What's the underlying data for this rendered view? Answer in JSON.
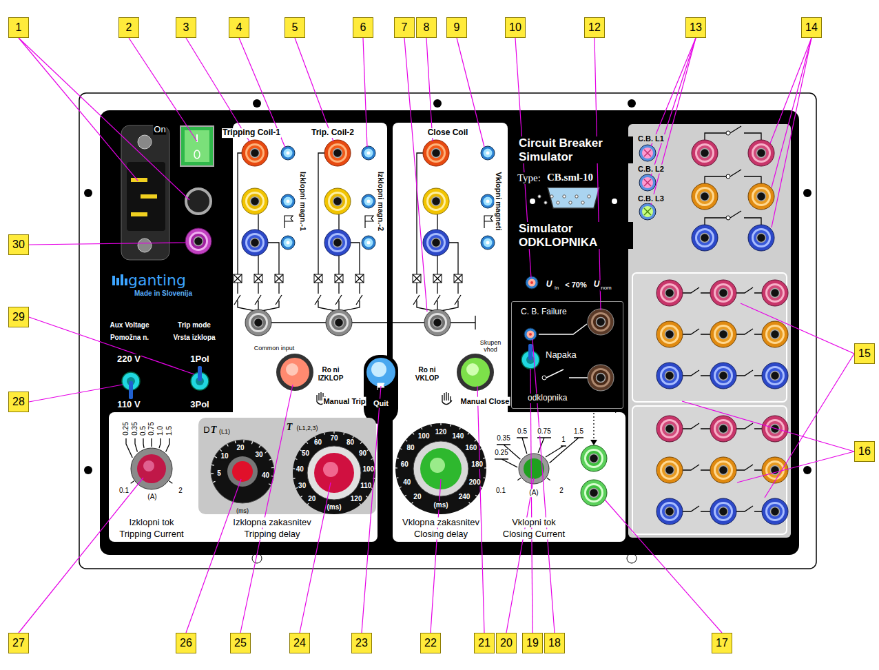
{
  "diagram": {
    "nodes": [
      {
        "text": [
          "C. B. Failure",
          "Napaka",
          "odklopnika"
        ]
      },
      {
        "text": [
          "Quit"
        ]
      },
      {
        "text": [
          "Izklopna zakasnitev",
          "Tripping delay"
        ]
      }
    ],
    "labels": [
      "1",
      "2",
      "3",
      "4",
      "5",
      "6",
      "7",
      "8",
      "9",
      "10",
      "12",
      "13",
      "14",
      "30",
      "29",
      "28",
      "15",
      "16",
      "27",
      "26",
      "25",
      "24",
      "23",
      "22",
      "21",
      "20",
      "19",
      "18",
      "17",
      "On",
      "ganting",
      "Made in Slovenija",
      "Aux Voltage",
      "Pomožna n.",
      "Trip mode",
      "Vrsta izklopa",
      "220 V",
      "110 V",
      "1Pol",
      "3Pol",
      "Tripping Coil-1",
      "Trip. Coil-2",
      "Close Coil",
      "Izklopni magn.-1",
      "Izklopni magn.-2",
      "Vklopni magneti",
      "Common input",
      "Skupen vhod",
      "Ro ni IZKLOP",
      "Manual Trip",
      "Ro ni VKLOP",
      "Manual Close",
      "Circuit Breaker Simulator",
      "Type:",
      "CB.sml-10",
      "Simulator ODKLOPNIKA",
      "U",
      "in",
      "< 70%",
      "U",
      "nom",
      "C.B. L1",
      "C.B. L2",
      "C.B. L3",
      "0.25",
      "0.35",
      "0.5",
      "0.75",
      "1.0",
      "1.5",
      "0.1",
      "(A)",
      "2",
      "Izklopni tok",
      "Tripping Current",
      "D",
      "T",
      "(L1)",
      "T",
      "(L1,2,3)",
      "5",
      "10",
      "20",
      "30",
      "40",
      "(ms)",
      "20",
      "30",
      "40",
      "50",
      "60",
      "70",
      "80",
      "90",
      "100",
      "110",
      "120",
      "(ms)",
      "20",
      "40",
      "60",
      "80",
      "100",
      "120",
      "140",
      "160",
      "180",
      "200",
      "240",
      "(ms)",
      "Vklopna zakasnitev",
      "Closing delay",
      "0.35",
      "0.5",
      "0.75",
      "1",
      "1.5",
      "0.25",
      "0.1",
      "(A)",
      "2",
      "Vklopni tok",
      "Closing Current"
    ]
  }
}
